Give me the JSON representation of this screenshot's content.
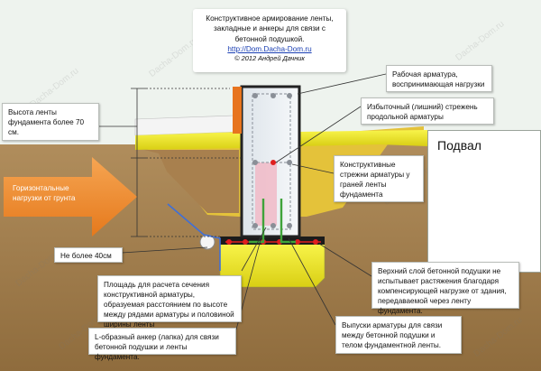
{
  "title": {
    "line1": "Конструктивное армирование ленты,",
    "line2": "закладные и анкеры для связи с",
    "line3": "бетонной подушкой.",
    "url": "http://Dom.Dacha-Dom.ru",
    "copyright": "© 2012 Андрей Дачник"
  },
  "labels": {
    "height": "Высота ленты фундамента более 70 см.",
    "horizontal_loads": "Горизонтальные нагрузки от грунта",
    "not_more": "Не более 40см",
    "basement": "Подвал",
    "working_rebar": "Рабочая арматура, воспринимающая нагрузки",
    "excess_rod": "Избыточный (лишний) стрежень продольной арматуры",
    "constructive_rods": "Конструктивные стрежни арматуры у граней ленты фундамента",
    "area_calc": "Площадь для расчета сечения конструктивной арматуры, образуемая расстоянием по высоте между рядами арматуры и половиной ширины ленты",
    "anchor": "L-образный анкер (лапка) для связи бетонной подушки и ленты фундамента.",
    "top_layer": "Верхний слой бетонной подушки не испытывает растяжения благодаря компенсирующей нагрузке от здания, передаваемой через ленту фундамента.",
    "rebar_outlets": "Выпуски арматуры для связи между бетонной подушки и телом фундаментной ленты."
  },
  "watermark": "Dacha-Dom.ru",
  "colors": {
    "sky": "#eef3ee",
    "soil": "#a07d4c",
    "concrete_cushion": "#eeee2a",
    "sand": "#f0c93a",
    "rebar_red": "#e01f1f",
    "arrow_orange": "#f08a2c",
    "calc_area_pink": "#f4b9c4"
  }
}
